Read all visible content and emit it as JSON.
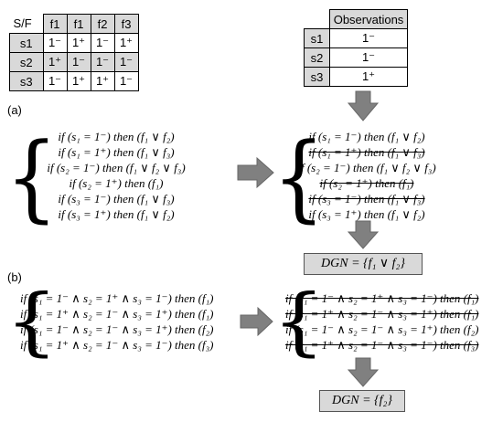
{
  "signature_table": {
    "corner": "S/F",
    "faults": [
      "f1",
      "f1",
      "f2",
      "f3"
    ],
    "rows": [
      {
        "symptom": "s1",
        "values": [
          "1⁻",
          "1⁺",
          "1⁻",
          "1⁺"
        ]
      },
      {
        "symptom": "s2",
        "values": [
          "1⁺",
          "1⁻",
          "1⁻",
          "1⁻"
        ]
      },
      {
        "symptom": "s3",
        "values": [
          "1⁻",
          "1⁺",
          "1⁺",
          "1⁻"
        ]
      }
    ]
  },
  "observations_table": {
    "header": "Observations",
    "rows": [
      {
        "symptom": "s1",
        "value": "1⁻"
      },
      {
        "symptom": "s2",
        "value": "1⁻"
      },
      {
        "symptom": "s3",
        "value": "1⁺"
      }
    ]
  },
  "part_a": {
    "label": "(a)",
    "rules": [
      "if (s₁ = 1⁻) then (f₁ ∨ f₂)",
      "if (s₁ = 1⁺) then (f₁ ∨ f₃)",
      "if (s₂ = 1⁻) then (f₁ ∨ f₂ ∨ f₃)",
      "if (s₂ = 1⁺) then (f₁)",
      "if (s₃ = 1⁻) then (f₁ ∨ f₃)",
      "if (s₃ = 1⁺) then (f₁ ∨ f₂)"
    ],
    "struck": [
      false,
      true,
      false,
      true,
      true,
      false
    ],
    "result": "DGN = {f₁ ∨ f₂}"
  },
  "part_b": {
    "label": "(b)",
    "rules": [
      "if (s₁ = 1⁻ ∧ s₂ = 1⁺ ∧ s₃ = 1⁻) then (f₁)",
      "if (s₁ = 1⁺ ∧ s₂ = 1⁻ ∧ s₃ = 1⁺) then (f₁)",
      "if (s₁ = 1⁻ ∧ s₂ = 1⁻ ∧ s₃ = 1⁺) then (f₂)",
      "if (s₁ = 1⁺ ∧ s₂ = 1⁻ ∧ s₃ = 1⁻) then (f₃)"
    ],
    "struck": [
      true,
      true,
      false,
      true
    ],
    "result": "DGN = {f₂}"
  },
  "colors": {
    "shade": "#d9d9d9",
    "arrow": "#808080"
  }
}
